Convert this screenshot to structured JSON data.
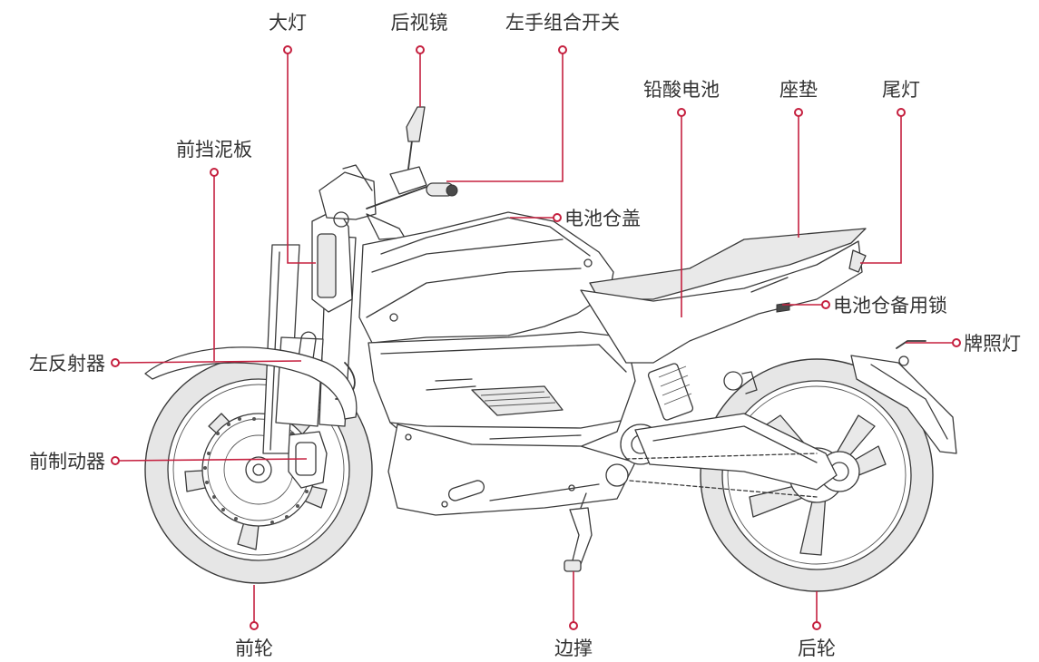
{
  "labels": {
    "headlight": "大灯",
    "mirror": "后视镜",
    "left_switch": "左手组合开关",
    "front_fender": "前挡泥板",
    "lead_acid_battery": "铅酸电池",
    "seat": "座垫",
    "tail_light": "尾灯",
    "battery_cover": "电池仓盖",
    "battery_spare_lock": "电池仓备用锁",
    "left_reflector": "左反射器",
    "license_light": "牌照灯",
    "front_brake": "前制动器",
    "front_wheel": "前轮",
    "kickstand": "边撑",
    "rear_wheel": "后轮"
  },
  "colors": {
    "leader": "#c5203f",
    "line_art": "#3a3a3a",
    "tire": "#e6e6e6",
    "text": "#333333"
  }
}
